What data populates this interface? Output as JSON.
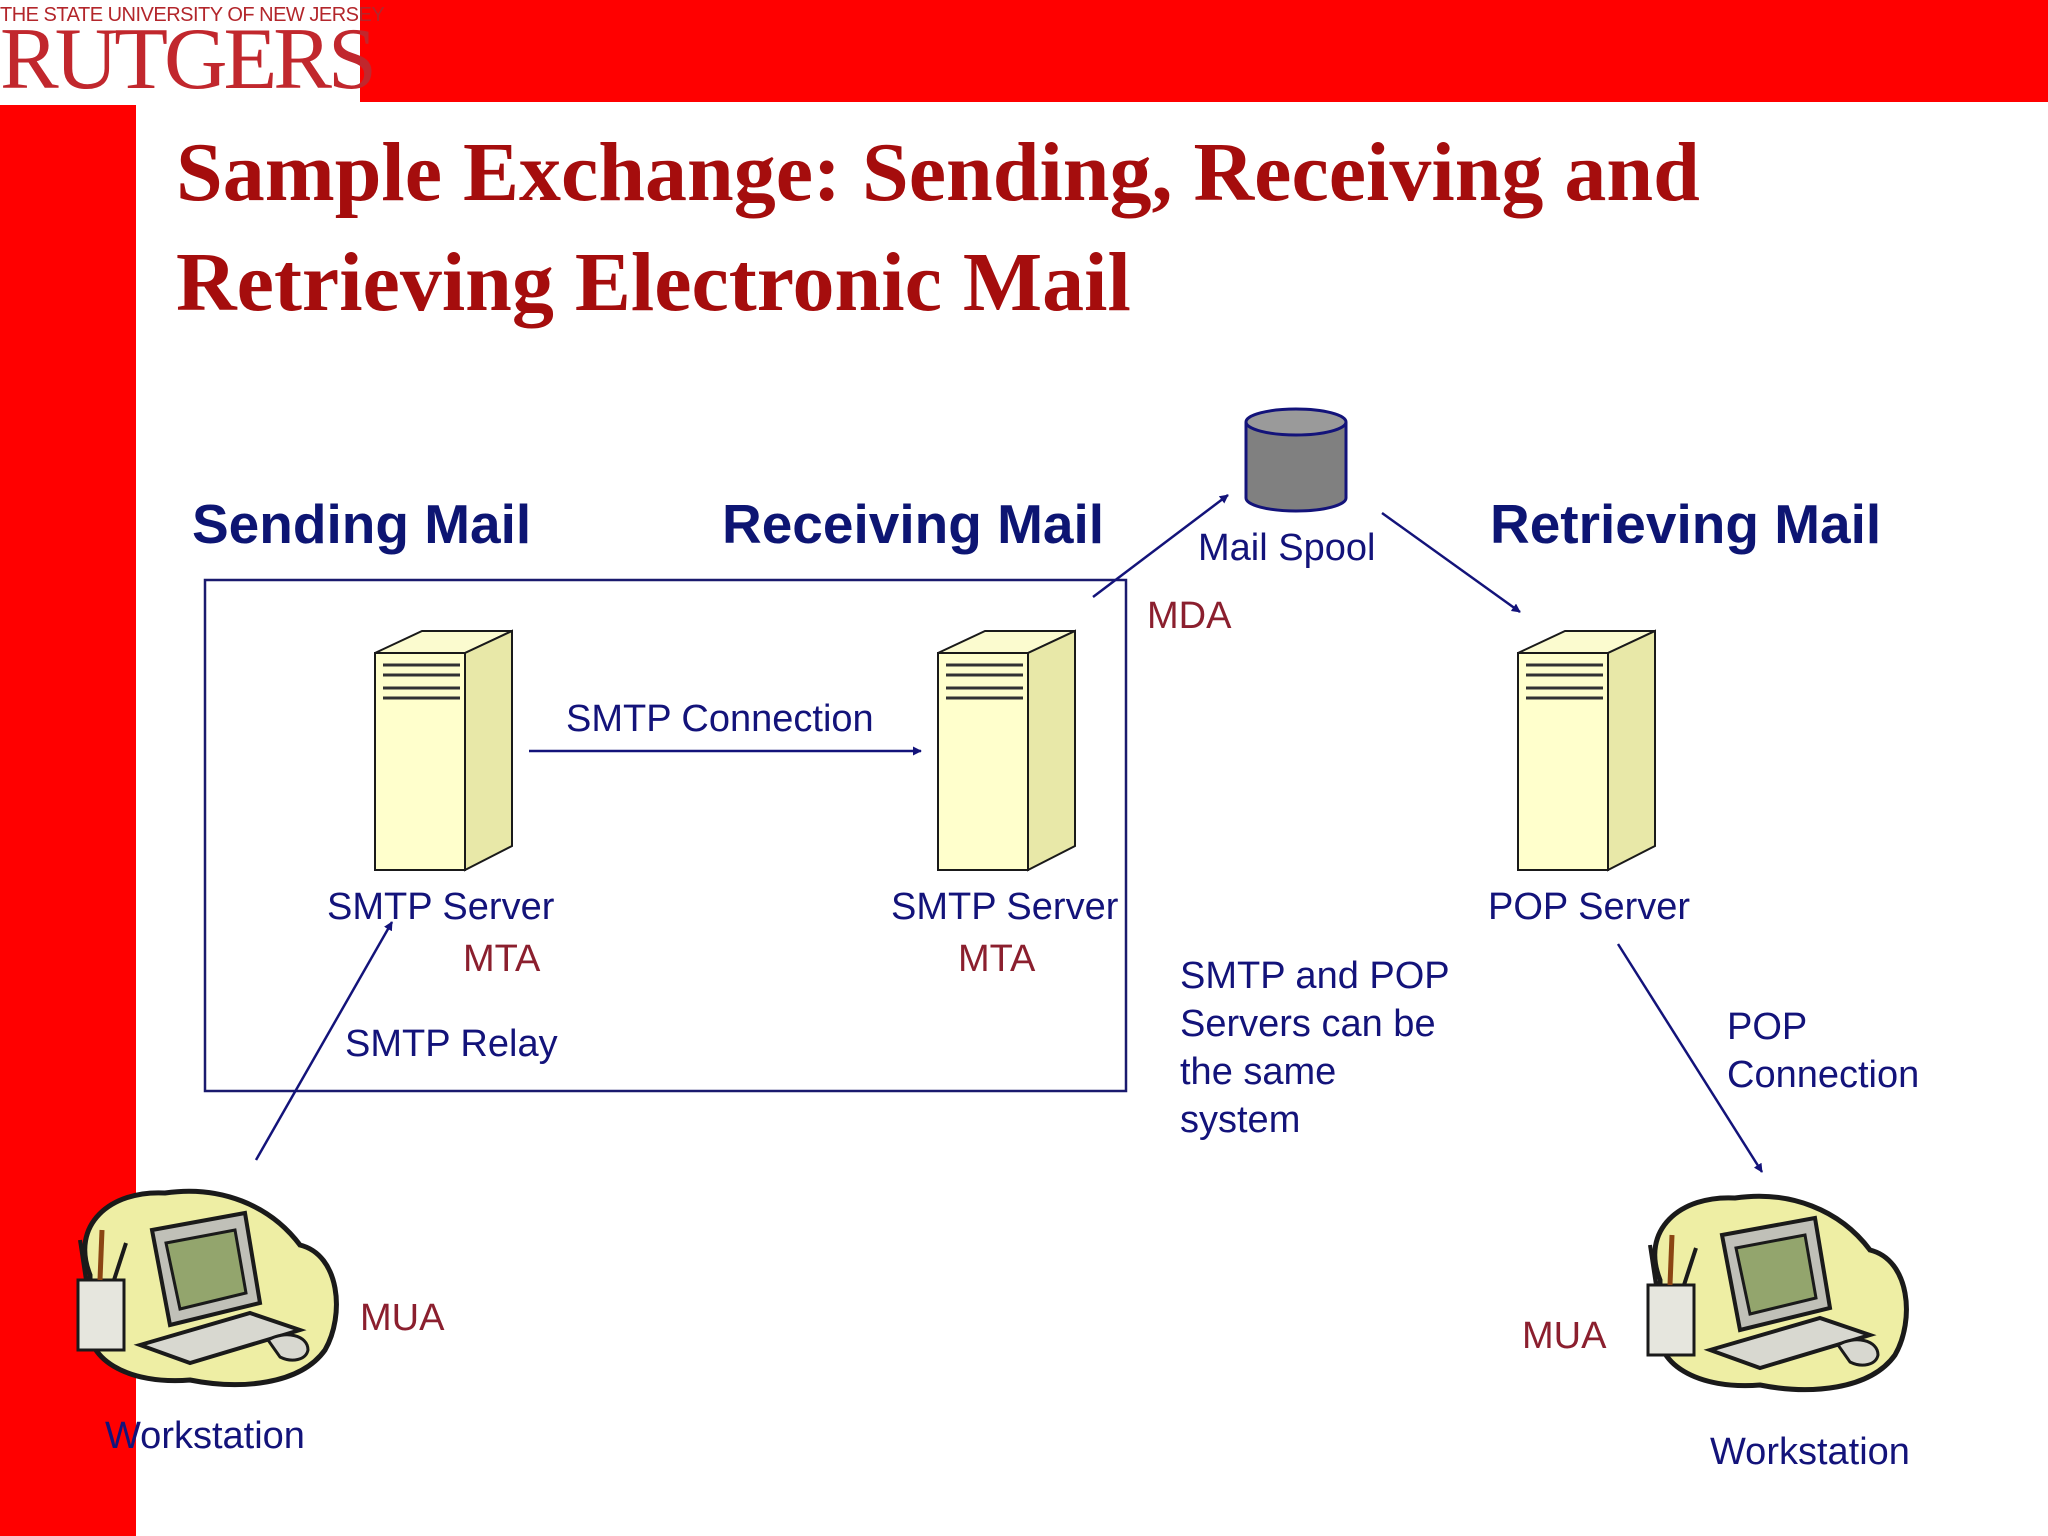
{
  "logo": {
    "subtitle": "THE STATE UNIVERSITY OF NEW JERSEY",
    "name": "RUTGERS"
  },
  "title": {
    "line1": "Sample Exchange: Sending, Receiving and",
    "line2": "Retrieving Electronic Mail"
  },
  "headers": {
    "sending": "Sending Mail",
    "receiving": "Receiving Mail",
    "retrieving": "Retrieving Mail"
  },
  "labels": {
    "mail_spool": "Mail Spool",
    "mda": "MDA",
    "smtp_connection": "SMTP Connection",
    "smtp_server_1": "SMTP Server",
    "mta_1": "MTA",
    "smtp_server_2": "SMTP Server",
    "mta_2": "MTA",
    "pop_server": "POP Server",
    "smtp_relay": "SMTP Relay",
    "pop_connection_line1": "POP",
    "pop_connection_line2": "Connection",
    "mua_left": "MUA",
    "mua_right": "MUA",
    "workstation_left": "Workstation",
    "workstation_right": "Workstation"
  },
  "note": {
    "line1": "SMTP and POP",
    "line2": "Servers can be",
    "line3": "the same",
    "line4": "system"
  },
  "colors": {
    "bar": "#ff0000",
    "title": "#a50d0d",
    "navy": "#13137a",
    "agent": "#8b1f2e",
    "server": "#ffffcc"
  }
}
